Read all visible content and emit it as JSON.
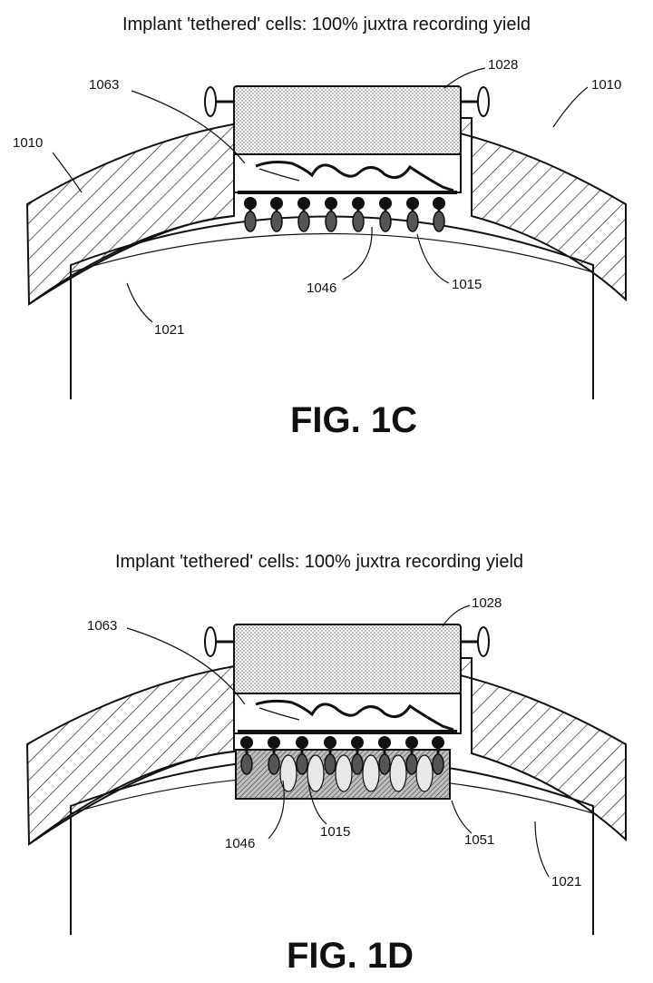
{
  "figures": [
    {
      "id": "fig-1c",
      "title": "Implant 'tethered' cells: 100% juxtra recording yield",
      "caption": "FIG. 1C",
      "labels": {
        "skull_left": "1010",
        "skull_right": "1010",
        "fiber": "1063",
        "chamber": "1028",
        "cells": "1046",
        "electrodes": "1015",
        "brain": "1021"
      }
    },
    {
      "id": "fig-1d",
      "title": "Implant 'tethered' cells: 100% juxtra recording yield",
      "caption": "FIG. 1D",
      "labels": {
        "fiber": "1063",
        "chamber": "1028",
        "cells": "1046",
        "electrodes": "1015",
        "matrix": "1051",
        "brain": "1021"
      }
    }
  ]
}
